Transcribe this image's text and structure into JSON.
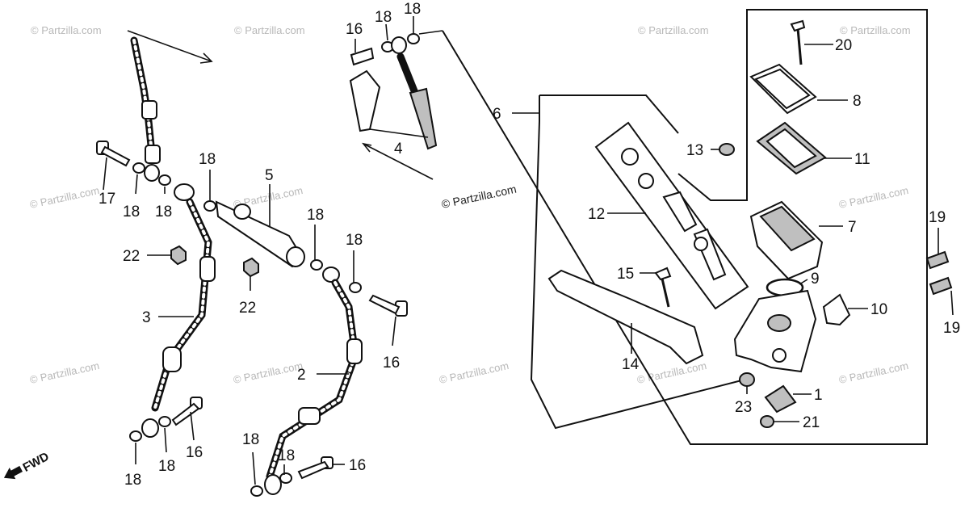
{
  "watermark": "© Partzilla.com",
  "direction_label": "FWD",
  "callouts": {
    "c1": "1",
    "c2": "2",
    "c3": "3",
    "c4": "4",
    "c5": "5",
    "c6": "6",
    "c7": "7",
    "c8": "8",
    "c9": "9",
    "c10": "10",
    "c11": "11",
    "c12": "12",
    "c13": "13",
    "c14": "14",
    "c15": "15",
    "c16a": "16",
    "c16b": "16",
    "c16c": "16",
    "c16d": "16",
    "c17": "17",
    "c18a": "18",
    "c18b": "18",
    "c18c": "18",
    "c18d": "18",
    "c18e": "18",
    "c18f": "18",
    "c18g": "18",
    "c18h": "18",
    "c18i": "18",
    "c18j": "18",
    "c18k": "18",
    "c19a": "19",
    "c19b": "19",
    "c20": "20",
    "c21": "21",
    "c22a": "22",
    "c22b": "22",
    "c23": "23"
  }
}
